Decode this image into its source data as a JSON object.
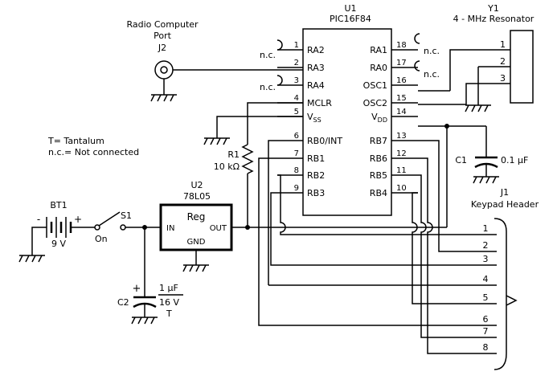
{
  "u1": {
    "ref": "U1",
    "part": "PIC16F84"
  },
  "left_pins": [
    {
      "num": "1",
      "name": "RA2"
    },
    {
      "num": "2",
      "name": "RA3"
    },
    {
      "num": "3",
      "name": "RA4"
    },
    {
      "num": "4",
      "name": "MCLR"
    },
    {
      "num": "5",
      "name": "V",
      "sub": "SS"
    },
    {
      "num": "6",
      "name": "RB0/INT"
    },
    {
      "num": "7",
      "name": "RB1"
    },
    {
      "num": "8",
      "name": "RB2"
    },
    {
      "num": "9",
      "name": "RB3"
    }
  ],
  "right_pins": [
    {
      "num": "18",
      "name": "RA1"
    },
    {
      "num": "17",
      "name": "RA0"
    },
    {
      "num": "16",
      "name": "OSC1"
    },
    {
      "num": "15",
      "name": "OSC2"
    },
    {
      "num": "14",
      "name": "V",
      "sub": "DD"
    },
    {
      "num": "13",
      "name": "RB7"
    },
    {
      "num": "12",
      "name": "RB6"
    },
    {
      "num": "11",
      "name": "RB5"
    },
    {
      "num": "10",
      "name": "RB4"
    }
  ],
  "nc_label": "n.c.",
  "j2": {
    "title_line1": "Radio Computer",
    "title_line2": "Port",
    "ref": "J2"
  },
  "y1": {
    "ref": "Y1",
    "desc": "4 - MHz Resonator",
    "pins": [
      "1",
      "2",
      "3"
    ]
  },
  "legend": {
    "line1": "T= Tantalum",
    "line2": "n.c.= Not connected"
  },
  "r1": {
    "ref": "R1",
    "value": "10 kΩ"
  },
  "u2": {
    "ref": "U2",
    "part": "78L05",
    "label": "Reg",
    "in": "IN",
    "out": "OUT",
    "gnd": "GND"
  },
  "bt1": {
    "ref": "BT1",
    "value": "9 V",
    "minus": "-",
    "plus": "+"
  },
  "s1": {
    "ref": "S1",
    "on": "On"
  },
  "c1": {
    "ref": "C1",
    "value": "0.1 µF"
  },
  "c2": {
    "ref": "C2",
    "value": "1 µF",
    "rating": "16 V",
    "type": "T",
    "plus": "+"
  },
  "j1": {
    "ref": "J1",
    "desc": "Keypad Header",
    "pins": [
      "1",
      "2",
      "3",
      "4",
      "5",
      "6",
      "7",
      "8"
    ]
  }
}
